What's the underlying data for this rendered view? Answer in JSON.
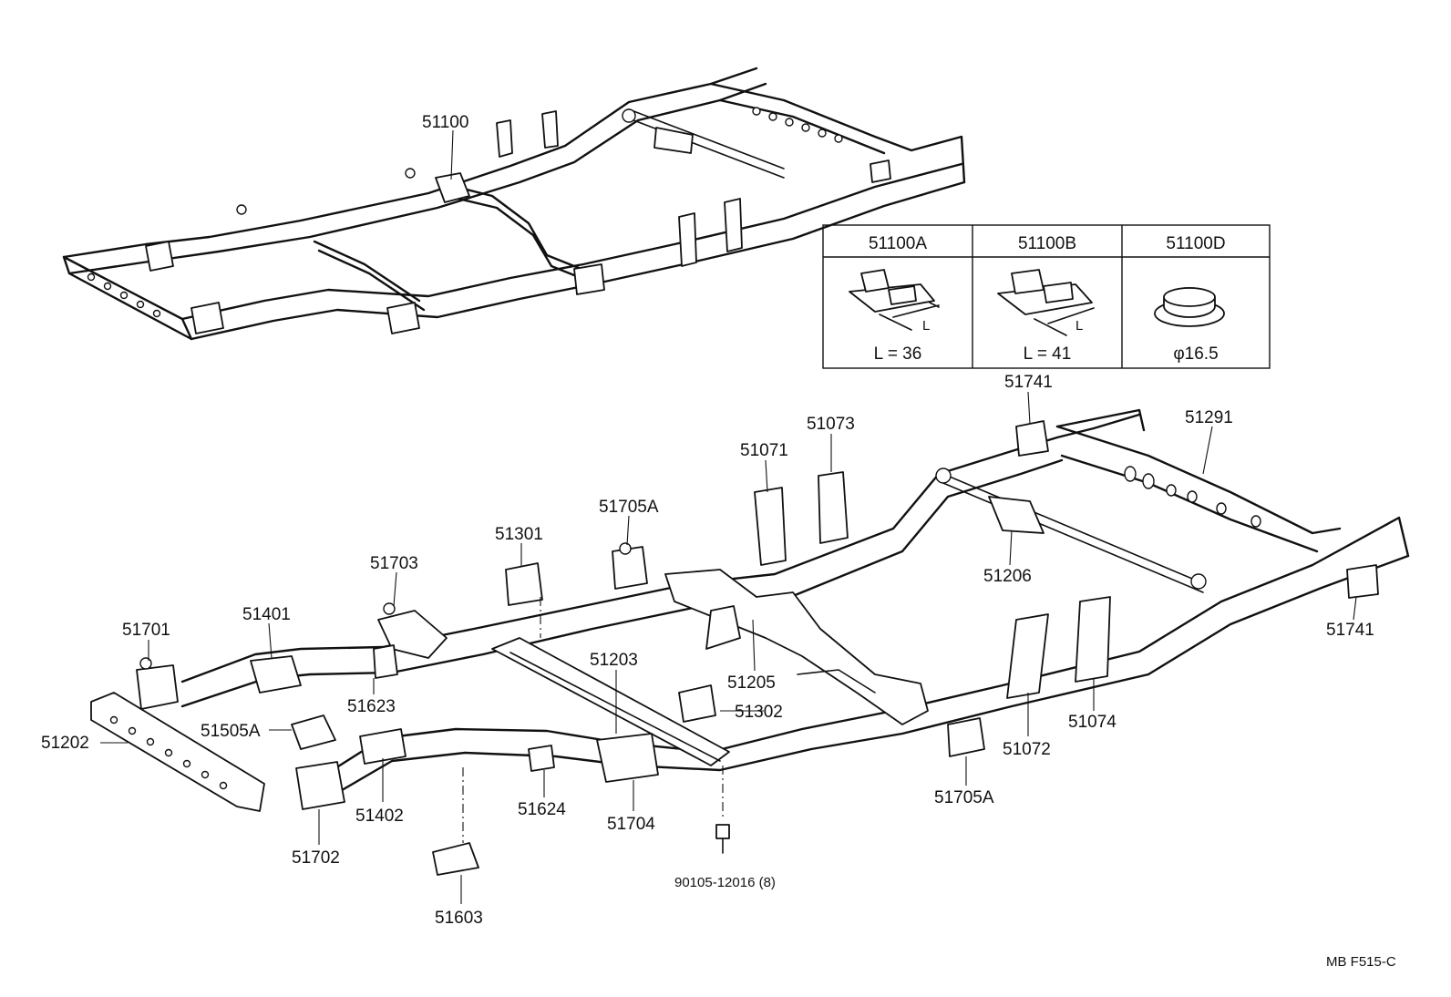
{
  "labels": {
    "p51100": "51100",
    "p51741_top": "51741",
    "p51291": "51291",
    "p51073": "51073",
    "p51071": "51071",
    "p51705A_top": "51705A",
    "p51301": "51301",
    "p51703": "51703",
    "p51401": "51401",
    "p51701": "51701",
    "p51206": "51206",
    "p51741_right": "51741",
    "p51203": "51203",
    "p51623": "51623",
    "p51205": "51205",
    "p51302": "51302",
    "p51505A": "51505A",
    "p51202": "51202",
    "p51072": "51072",
    "p51074": "51074",
    "p51402": "51402",
    "p51624": "51624",
    "p51704": "51704",
    "p51705A_bottom": "51705A",
    "p51702": "51702",
    "p90105": "90105-12016 (8)",
    "p51603": "51603"
  },
  "inset_table": {
    "headers": [
      "51100A",
      "51100B",
      "51100D"
    ],
    "dim_symbols": [
      "L",
      "L"
    ],
    "values": [
      "L = 36",
      "L = 41",
      "φ16.5"
    ]
  },
  "footer_code": "MB  F515-C"
}
